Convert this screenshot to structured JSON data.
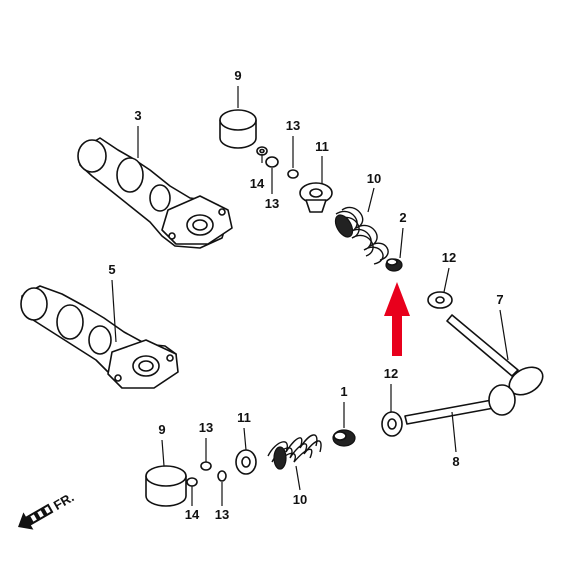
{
  "callouts": [
    "9",
    "3",
    "13",
    "11",
    "14",
    "13",
    "10",
    "2",
    "12",
    "7",
    "5",
    "12",
    "1",
    "9",
    "13",
    "11",
    "14",
    "13",
    "10",
    "8"
  ],
  "direction_label": "FR.",
  "colors": {
    "arrow": "#e8001c",
    "ink": "#111111"
  }
}
